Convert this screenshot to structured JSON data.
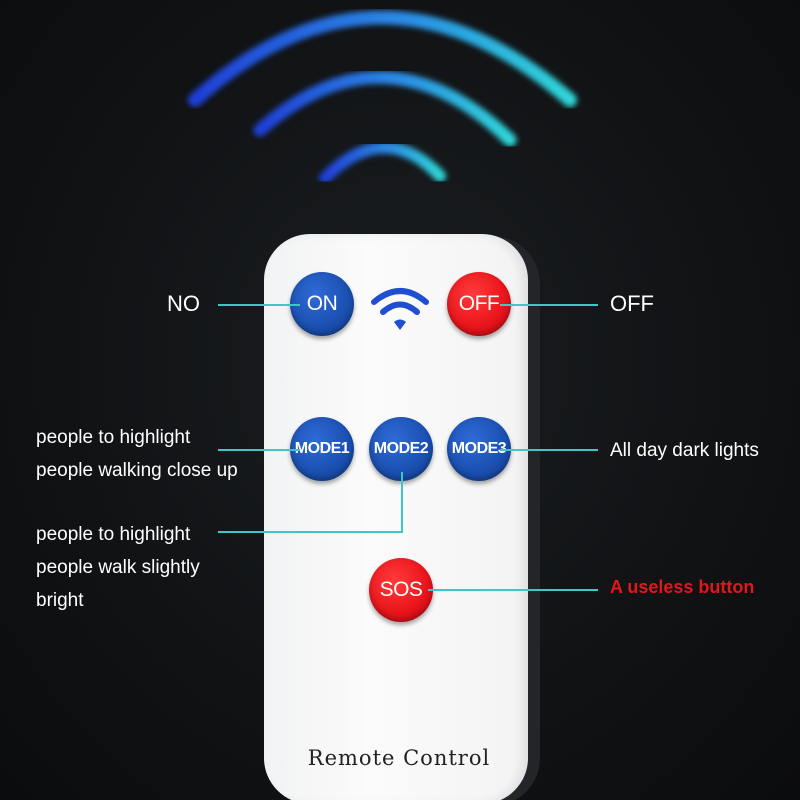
{
  "remote": {
    "title": "Remote Control",
    "buttons": {
      "on": "ON",
      "off": "OFF",
      "mode1": "MODE1",
      "mode2": "MODE2",
      "mode3": "MODE3",
      "sos": "SOS"
    },
    "signal_icon": "wifi-icon"
  },
  "annotations": {
    "on": "NO",
    "off": "OFF",
    "mode1": [
      "people to highlight",
      "people walking close up"
    ],
    "mode2": [
      "people to highlight",
      "people walk slightly",
      "bright"
    ],
    "mode3": "All day dark lights",
    "sos": "A useless button"
  },
  "colors": {
    "background": "#0f1113",
    "remote_body": "#f7f7f8",
    "button_blue": "#1a4fb0",
    "button_red": "#e8131a",
    "connector": "#3fc6c6",
    "warning_text": "#e3161b",
    "signal_blue": "#1f5fe0",
    "signal_cyan": "#2fd0d6"
  }
}
